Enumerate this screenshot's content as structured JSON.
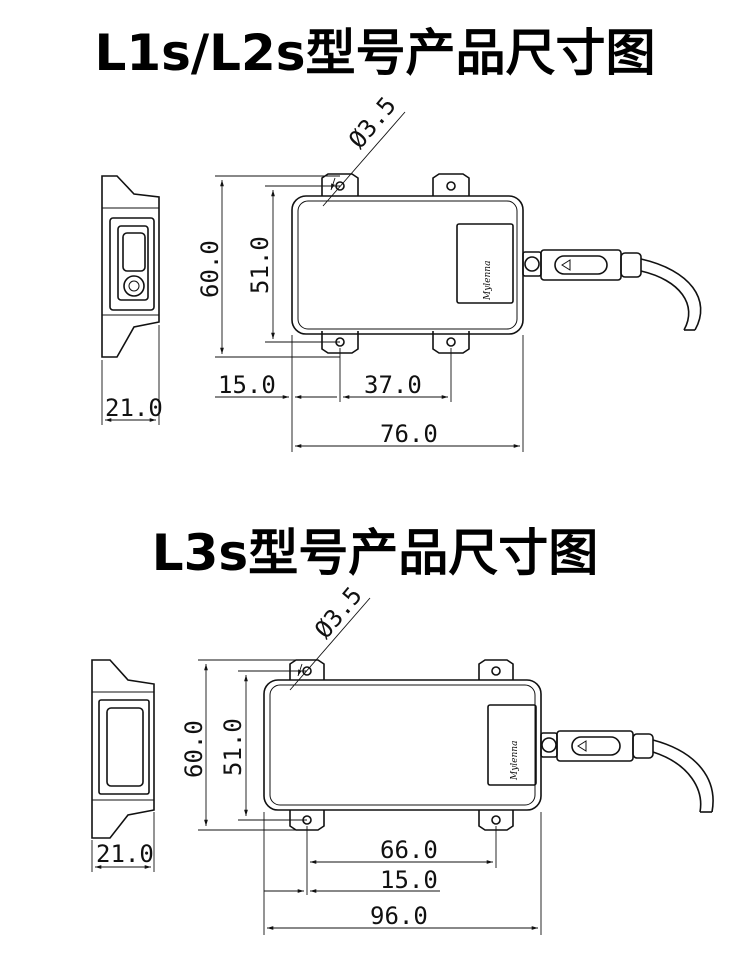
{
  "sections": [
    {
      "title": "L1s/L2s型号产品尺寸图",
      "dims": {
        "hole_diameter": "Ø3.5",
        "height_total": "60.0",
        "height_holes": "51.0",
        "hole_offset": "15.0",
        "hole_spacing": "37.0",
        "width_total": "76.0",
        "depth": "21.0"
      },
      "logo_text": "Mylenna"
    },
    {
      "title": "L3s型号产品尺寸图",
      "dims": {
        "hole_diameter": "Ø3.5",
        "height_total": "60.0",
        "height_holes": "51.0",
        "hole_spacing": "66.0",
        "hole_offset": "15.0",
        "width_total": "96.0",
        "depth": "21.0"
      },
      "logo_text": "Mylenna"
    }
  ]
}
